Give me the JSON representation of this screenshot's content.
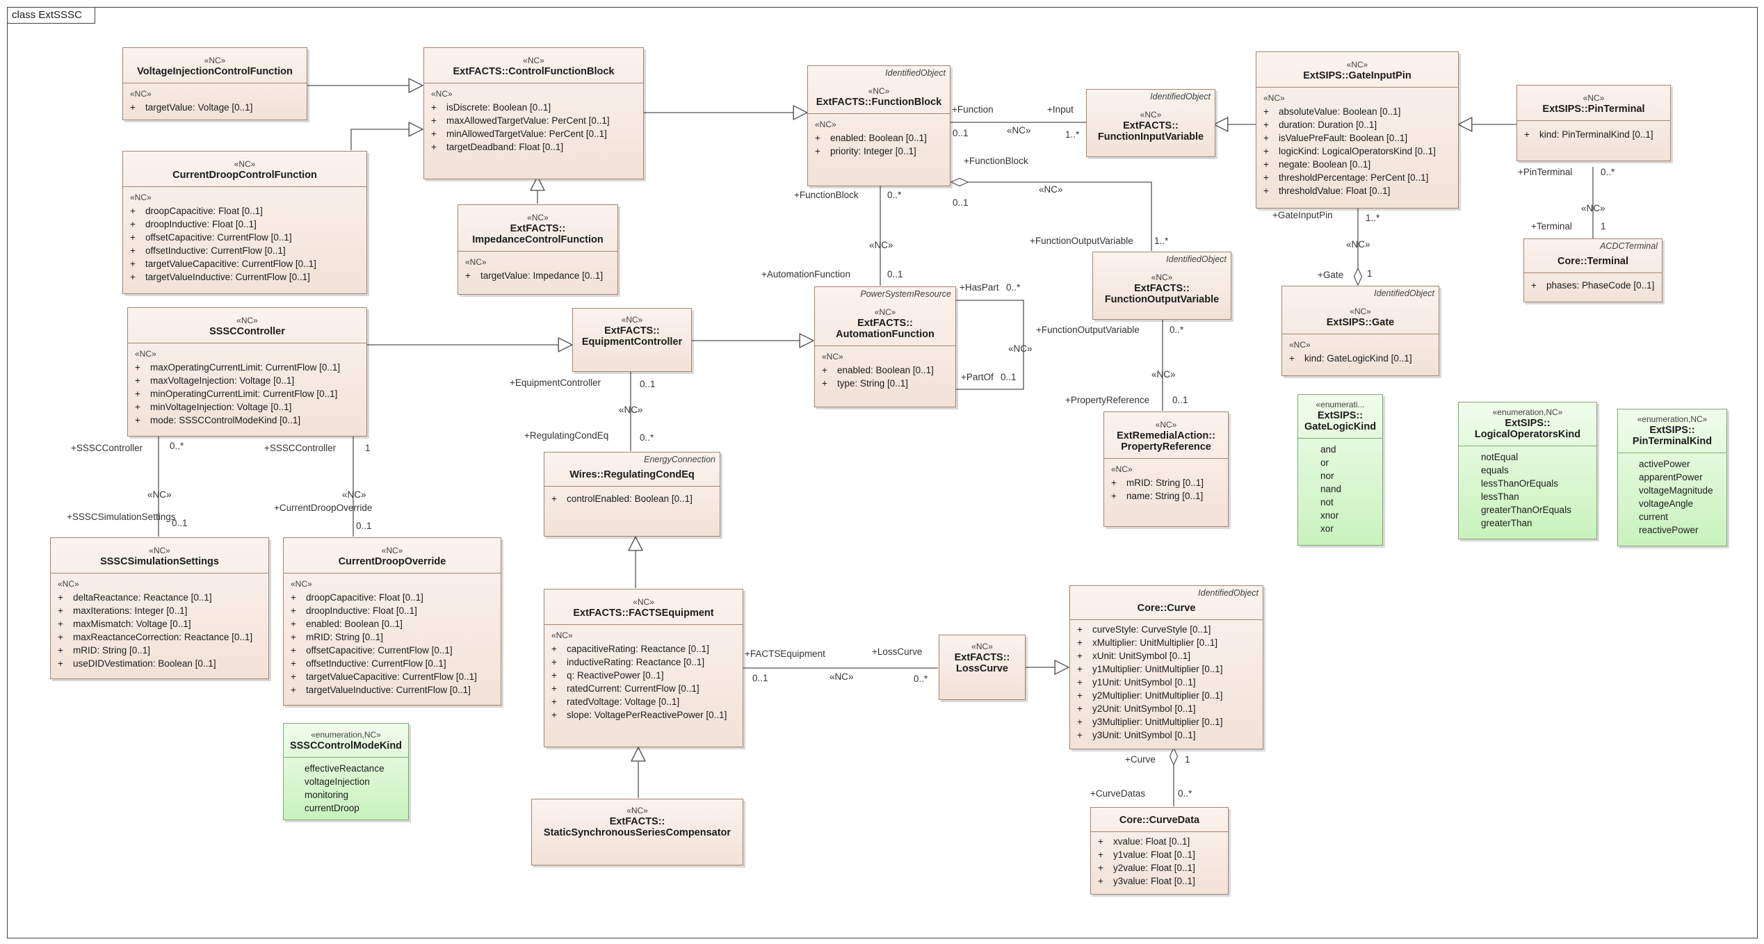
{
  "diagram": {
    "title": "class ExtSSSC"
  },
  "classes": {
    "voltageInjection": {
      "stereotype": "«NC»",
      "name": "VoltageInjectionControlFunction",
      "attr_stereotype": "«NC»",
      "attrs": [
        "targetValue: Voltage [0..1]"
      ]
    },
    "controlFunctionBlock": {
      "stereotype": "«NC»",
      "name": "ExtFACTS::ControlFunctionBlock",
      "attr_stereotype": "«NC»",
      "attrs": [
        "isDiscrete: Boolean [0..1]",
        "maxAllowedTargetValue: PerCent [0..1]",
        "minAllowedTargetValue: PerCent [0..1]",
        "targetDeadband: Float [0..1]"
      ]
    },
    "currentDroop": {
      "stereotype": "«NC»",
      "name": "CurrentDroopControlFunction",
      "attr_stereotype": "«NC»",
      "attrs": [
        "droopCapacitive: Float [0..1]",
        "droopInductive: Float [0..1]",
        "offsetCapacitive: CurrentFlow [0..1]",
        "offsetInductive: CurrentFlow [0..1]",
        "targetValueCapacitive: CurrentFlow [0..1]",
        "targetValueInductive: CurrentFlow [0..1]"
      ]
    },
    "impedance": {
      "stereotype": "«NC»",
      "name1": "ExtFACTS::",
      "name2": "ImpedanceControlFunction",
      "attr_stereotype": "«NC»",
      "attrs": [
        "targetValue: Impedance [0..1]"
      ]
    },
    "functionBlock": {
      "parent": "IdentifiedObject",
      "stereotype": "«NC»",
      "name": "ExtFACTS::FunctionBlock",
      "attr_stereotype": "«NC»",
      "attrs": [
        "enabled: Boolean [0..1]",
        "priority: Integer [0..1]"
      ]
    },
    "functionInputVariable": {
      "parent": "IdentifiedObject",
      "stereotype": "«NC»",
      "name1": "ExtFACTS::",
      "name2": "FunctionInputVariable"
    },
    "gateInputPin": {
      "stereotype": "«NC»",
      "name": "ExtSIPS::GateInputPin",
      "attr_stereotype": "«NC»",
      "attrs": [
        "absoluteValue: Boolean [0..1]",
        "duration: Duration [0..1]",
        "isValuePreFault: Boolean [0..1]",
        "logicKind: LogicalOperatorsKind [0..1]",
        "negate: Boolean [0..1]",
        "thresholdPercentage: PerCent [0..1]",
        "thresholdValue: Float [0..1]"
      ]
    },
    "pinTerminal": {
      "stereotype": "«NC»",
      "name": "ExtSIPS::PinTerminal",
      "attrs": [
        "kind: PinTerminalKind [0..1]"
      ]
    },
    "terminal": {
      "parent": "ACDCTerminal",
      "name": "Core::Terminal",
      "attrs": [
        "phases: PhaseCode [0..1]"
      ]
    },
    "sssController": {
      "stereotype": "«NC»",
      "name": "SSSCController",
      "attr_stereotype": "«NC»",
      "attrs": [
        "maxOperatingCurrentLimit: CurrentFlow [0..1]",
        "maxVoltageInjection: Voltage [0..1]",
        "minOperatingCurrentLimit: CurrentFlow [0..1]",
        "minVoltageInjection: Voltage [0..1]",
        "mode: SSSCControlModeKind [0..1]"
      ]
    },
    "equipmentController": {
      "stereotype": "«NC»",
      "name1": "ExtFACTS::",
      "name2": "EquipmentController"
    },
    "automationFunction": {
      "parent": "PowerSystemResource",
      "stereotype": "«NC»",
      "name1": "ExtFACTS::",
      "name2": "AutomationFunction",
      "attr_stereotype": "«NC»",
      "attrs": [
        "enabled: Boolean [0..1]",
        "type: String [0..1]"
      ]
    },
    "functionOutputVariable": {
      "parent": "IdentifiedObject",
      "stereotype": "«NC»",
      "name1": "ExtFACTS::",
      "name2": "FunctionOutputVariable"
    },
    "gate": {
      "parent": "IdentifiedObject",
      "stereotype": "«NC»",
      "name": "ExtSIPS::Gate",
      "attr_stereotype": "«NC»",
      "attrs": [
        "kind: GateLogicKind [0..1]"
      ]
    },
    "propertyReference": {
      "stereotype": "«NC»",
      "name1": "ExtRemedialAction::",
      "name2": "PropertyReference",
      "attr_stereotype": "«NC»",
      "attrs": [
        "mRID: String [0..1]",
        "name: String [0..1]"
      ]
    },
    "regulatingCondEq": {
      "parent": "EnergyConnection",
      "name": "Wires::RegulatingCondEq",
      "attrs": [
        "controlEnabled: Boolean [0..1]"
      ]
    },
    "simulationSettings": {
      "stereotype": "«NC»",
      "name": "SSSCSimulationSettings",
      "attr_stereotype": "«NC»",
      "attrs": [
        "deltaReactance: Reactance [0..1]",
        "maxIterations: Integer [0..1]",
        "maxMismatch: Voltage [0..1]",
        "maxReactanceCorrection: Reactance [0..1]",
        "mRID: String [0..1]",
        "useDIDVestimation: Boolean [0..1]"
      ]
    },
    "currentDroopOverride": {
      "stereotype": "«NC»",
      "name": "CurrentDroopOverride",
      "attr_stereotype": "«NC»",
      "attrs": [
        "droopCapacitive: Float [0..1]",
        "droopInductive: Float [0..1]",
        "enabled: Boolean [0..1]",
        "mRID: String [0..1]",
        "offsetCapacitive: CurrentFlow [0..1]",
        "offsetInductive: CurrentFlow [0..1]",
        "targetValueCapacitive: CurrentFlow [0..1]",
        "targetValueInductive: CurrentFlow [0..1]"
      ]
    },
    "factsEquipment": {
      "stereotype": "«NC»",
      "name": "ExtFACTS::FACTSEquipment",
      "attr_stereotype": "«NC»",
      "attrs": [
        "capacitiveRating: Reactance [0..1]",
        "inductiveRating: Reactance [0..1]",
        "q: ReactivePower [0..1]",
        "ratedCurrent: CurrentFlow [0..1]",
        "ratedVoltage: Voltage [0..1]",
        "slope: VoltagePerReactivePower [0..1]"
      ]
    },
    "lossCurve": {
      "stereotype": "«NC»",
      "name1": "ExtFACTS::",
      "name2": "LossCurve"
    },
    "curve": {
      "parent": "IdentifiedObject",
      "name": "Core::Curve",
      "attrs": [
        "curveStyle: CurveStyle [0..1]",
        "xMultiplier: UnitMultiplier [0..1]",
        "xUnit: UnitSymbol [0..1]",
        "y1Multiplier: UnitMultiplier [0..1]",
        "y1Unit: UnitSymbol [0..1]",
        "y2Multiplier: UnitMultiplier [0..1]",
        "y2Unit: UnitSymbol [0..1]",
        "y3Multiplier: UnitMultiplier [0..1]",
        "y3Unit: UnitSymbol [0..1]"
      ]
    },
    "curveData": {
      "name": "Core::CurveData",
      "attrs": [
        "xvalue: Float [0..1]",
        "y1value: Float [0..1]",
        "y2value: Float [0..1]",
        "y3value: Float [0..1]"
      ]
    },
    "staticCompensator": {
      "stereotype": "«NC»",
      "name1": "ExtFACTS::",
      "name2": "StaticSynchronousSeriesCompensator"
    }
  },
  "enums": {
    "sssControlModeKind": {
      "stereotype": "«enumeration,NC»",
      "name": "SSSCControlModeKind",
      "literals": [
        "effectiveReactance",
        "voltageInjection",
        "monitoring",
        "currentDroop"
      ]
    },
    "gateLogicKind": {
      "stereotype": "«enumerati...",
      "name1": "ExtSIPS::",
      "name2": "GateLogicKind",
      "literals": [
        "and",
        "or",
        "nor",
        "nand",
        "not",
        "xnor",
        "xor"
      ]
    },
    "logicalOperatorsKind": {
      "stereotype": "«enumeration,NC»",
      "name1": "ExtSIPS::",
      "name2": "LogicalOperatorsKind",
      "literals": [
        "notEqual",
        "equals",
        "lessThanOrEquals",
        "lessThan",
        "greaterThanOrEquals",
        "greaterThan"
      ]
    },
    "pinTerminalKind": {
      "stereotype": "«enumeration,NC»",
      "name1": "ExtSIPS::",
      "name2": "PinTerminalKind",
      "literals": [
        "activePower",
        "apparentPower",
        "voltageMagnitude",
        "voltageAngle",
        "current",
        "reactivePower"
      ]
    }
  },
  "roles": {
    "function": "+Function",
    "input": "+Input",
    "input_mult": "1..*",
    "function_mult": "0..1",
    "nc": "«NC»",
    "functionBlock_fb": "+FunctionBlock",
    "functionBlock_fb_mult": "0..1",
    "functionOutputVariable_role": "+FunctionOutputVariable",
    "functionOutputVariable_mult": "1..*",
    "functionBlock_af": "+FunctionBlock",
    "functionBlock_af_mult": "0..*",
    "automationFunction_role": "+AutomationFunction",
    "automationFunction_mult": "0..1",
    "hasPart": "+HasPart",
    "hasPart_mult": "0..*",
    "partOf": "+PartOf",
    "partOf_mult": "0..1",
    "fov_pr": "+FunctionOutputVariable",
    "fov_pr_mult": "0..*",
    "propertyReference": "+PropertyReference",
    "propertyReference_mult": "0..1",
    "gateInputPin": "+GateInputPin",
    "gateInputPin_mult": "1..*",
    "gate": "+Gate",
    "gate_mult": "1",
    "pinTerminal": "+PinTerminal",
    "pinTerminal_mult": "0..*",
    "terminal": "+Terminal",
    "terminal_mult": "1",
    "equipmentController": "+EquipmentController",
    "equipmentController_mult": "0..1",
    "regulatingCondEq": "+RegulatingCondEq",
    "regulatingCondEq_mult": "0..*",
    "ssscController_a": "+SSSCController",
    "ssscController_a_mult": "0..*",
    "simulationSettings": "+SSSCSimulationSettings",
    "simulationSettings_mult": "0..1",
    "ssscController_b": "+SSSCController",
    "ssscController_b_mult": "1",
    "currentDroopOverride": "+CurrentDroopOverride",
    "currentDroopOverride_mult": "0..1",
    "factsEquipment": "+FACTSEquipment",
    "factsEquipment_mult": "0..1",
    "lossCurve": "+LossCurve",
    "lossCurve_mult": "0..*",
    "curve": "+Curve",
    "curve_mult": "1",
    "curveDatas": "+CurveDatas",
    "curveDatas_mult": "0..*"
  }
}
